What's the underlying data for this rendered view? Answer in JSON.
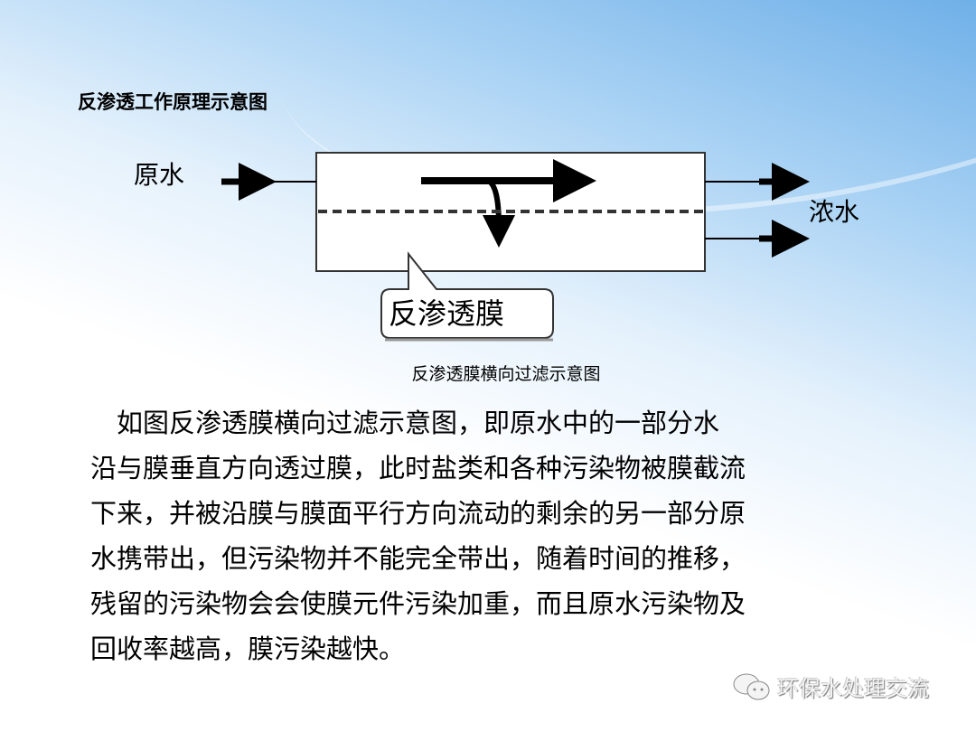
{
  "slide": {
    "title": "反渗透工作原理示意图",
    "diagram": {
      "inlet_label": "原水",
      "outlet_label": "浓水",
      "callout_label": "反渗透膜"
    },
    "caption": "反渗透膜横向过滤示意图",
    "paragraph_lines": [
      "　如图反渗透膜横向过滤示意图，即原水中的一部分水",
      "沿与膜垂直方向透过膜，此时盐类和各种污染物被膜截流",
      "下来，并被沿膜与膜面平行方向流动的剩余的另一部分原",
      "水携带出，但污染物并不能完全带出，随着时间的推移，",
      "残留的污染物会会使膜元件污染加重，而且原水污染物及",
      "回收率越高，膜污染越快。"
    ],
    "watermark": "环保水处理交流",
    "watermark_icon": "wechat-icon"
  }
}
